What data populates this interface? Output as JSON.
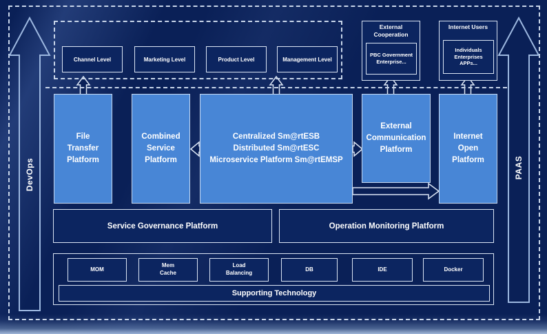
{
  "colors": {
    "background": "#0a2057",
    "box_fill": "#0c2560",
    "platform_fill": "#4886d6",
    "border_light": "#dce6f5",
    "dashed_line": "#c9d6ea",
    "text": "#ffffff",
    "rail_arrow_outline": "#9db8e0"
  },
  "rails": {
    "devops": "DevOps",
    "paas": "PAAS"
  },
  "top": {
    "levels": [
      "Channel Level",
      "Marketing Level",
      "Product Level",
      "Management Level"
    ],
    "external_cooperation": {
      "title": "External\nCooperation",
      "inner": "PBC Government\nEnterprise..."
    },
    "internet_users": {
      "title": "Internet Users",
      "inner": "Individuals\nEnterprises\nAPPs..."
    }
  },
  "platforms": {
    "file_transfer": "File\nTransfer\nPlatform",
    "combined_service": "Combined\nService\nPlatform",
    "central": "Centralized Sm@rtESB\nDistributed Sm@rtESC\nMicroservice Platform Sm@rtEMSP",
    "external_communication": "External\nCommunication\nPlatform",
    "internet_open": "Internet\nOpen\nPlatform"
  },
  "governance": {
    "service": "Service Governance Platform",
    "operation": "Operation Monitoring Platform"
  },
  "supporting": {
    "items": [
      "MOM",
      "Mem\nCache",
      "Load\nBalancing",
      "DB",
      "IDE",
      "Docker"
    ],
    "bar": "Supporting Technology"
  }
}
